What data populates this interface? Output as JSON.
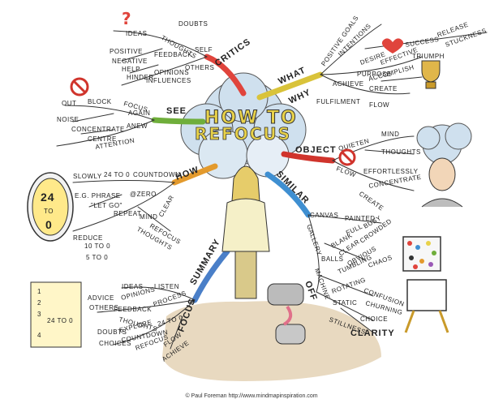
{
  "title": {
    "line1": "HOW TO",
    "line2": "REFOCUS"
  },
  "credit": "© Paul Foreman http://www.mindmapinspiration.com",
  "colors": {
    "critics": "#e0443c",
    "what_why": "#d9c33a",
    "see": "#6fae3b",
    "object": "#d0342c",
    "how": "#e39a2d",
    "similar": "#3f8fd1",
    "summary": "#4a7fc8",
    "cloud": "#c8dcec"
  },
  "branches": {
    "critics": {
      "label": "CRITICS",
      "sub": [
        "SELF",
        "OTHERS",
        "DOUBTS",
        "THOUGHTS",
        "FEEDBACK",
        "IDEAS",
        "OPINIONS",
        "INFLUENCES",
        "POSITIVE",
        "NEGATIVE",
        "HELP",
        "HINDER"
      ]
    },
    "what_why": {
      "label1": "WHAT",
      "label2": "WHY",
      "sub": [
        "POSITIVE GOALS",
        "INTENTIONS",
        "PURPOSE",
        "DESIRE",
        "EFFECTIVE",
        "SUCCESS",
        "RELEASE",
        "STUCKNESS",
        "TRIUMPH",
        "ACHIEVE",
        "ACCOMPLISH",
        "CREATE",
        "FULFILMENT",
        "FLOW"
      ]
    },
    "see": {
      "label": "SEE",
      "sub": [
        "FOCUS",
        "AGAIN",
        "ANEW",
        "OUT",
        "BLOCK",
        "NOISE",
        "CONCENTRATE",
        "CENTRE",
        "ATTENTION"
      ]
    },
    "object": {
      "label": "OBJECT",
      "sub": [
        "QUIETEN",
        "MIND",
        "THOUGHTS",
        "FLOW",
        "EFFORTLESSLY",
        "CONCENTRATE",
        "CREATE"
      ]
    },
    "how": {
      "label": "HOW",
      "sub": [
        "COUNTDOWN",
        "SLOWLY",
        "24 TO 0",
        "E.G. PHRASE",
        "@ZERO",
        "\"LET GO\"",
        "REPEAT",
        "MIND",
        "THOUGHTS",
        "REFOCUS",
        "CLEAR",
        "REDUCE",
        "10 TO 0",
        "5 TO 0"
      ]
    },
    "similar": {
      "label": "SIMILAR",
      "sub": [
        "CANVAS",
        "PAINTED",
        "FULL",
        "BUSY",
        "CROWDED",
        "BLANK",
        "CLEAR",
        "OBVIOUS",
        "GALLERY",
        "BALLS",
        "TUMBLING",
        "CHAOS",
        "MACHINE",
        "ROTATING",
        "CONFUSION",
        "CHURNING",
        "OFF",
        "STATIC",
        "STILLNESS",
        "CHOICE",
        "CLARITY"
      ]
    },
    "summary": {
      "label": "SUMMARY",
      "sub": [
        "LISTEN",
        "IDEAS",
        "ADVICE",
        "OPINIONS",
        "OTHERS",
        "FEEDBACK",
        "THOUGHTS",
        "PROCESS",
        "DOUBTS",
        "EXPLORE",
        "CHOICES",
        "COUNTDOWN",
        "24 TO 0",
        "REFOCUS",
        "FOCUS",
        "FLOW",
        "ACHIEVE"
      ]
    }
  },
  "dial": {
    "top": "24",
    "mid": "TO",
    "bottom": "0"
  },
  "checklist": [
    "1",
    "2",
    "3",
    "24 TO 0",
    "4"
  ]
}
